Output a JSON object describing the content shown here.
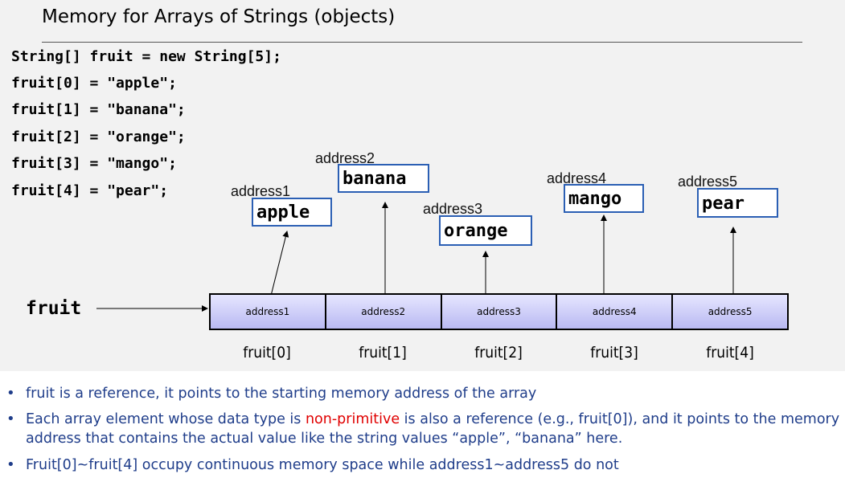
{
  "title": "Memory for Arrays of Strings (objects)",
  "code_lines": [
    "String[] fruit = new String[5];",
    "fruit[0] = \"apple\";",
    "fruit[1] = \"banana\";",
    "fruit[2] = \"orange\";",
    "fruit[3] = \"mango\";",
    "fruit[4] = \"pear\";"
  ],
  "objects": [
    {
      "address": "address1",
      "value": "apple"
    },
    {
      "address": "address2",
      "value": "banana"
    },
    {
      "address": "address3",
      "value": "orange"
    },
    {
      "address": "address4",
      "value": "mango"
    },
    {
      "address": "address5",
      "value": "pear"
    }
  ],
  "array": {
    "label": "fruit",
    "cells": [
      "address1",
      "address2",
      "address3",
      "address4",
      "address5"
    ],
    "indices": [
      "fruit[0]",
      "fruit[1]",
      "fruit[2]",
      "fruit[3]",
      "fruit[4]"
    ]
  },
  "bullets": {
    "b1": "fruit is a reference, it points to the starting memory address of the array",
    "b2_pre": "Each array element whose data type is ",
    "b2_highlight": "non-primitive",
    "b2_post": " is also a reference (e.g., fruit[0]), and it points to the memory address that contains the actual value like the string values “apple”, “banana” here.",
    "b3": "Fruit[0]~fruit[4] occupy continuous memory space while address1~address5 do not"
  },
  "colors": {
    "box_border": "#2b5fb4",
    "bullet_text": "#1f3d8a",
    "highlight": "#e00000"
  }
}
